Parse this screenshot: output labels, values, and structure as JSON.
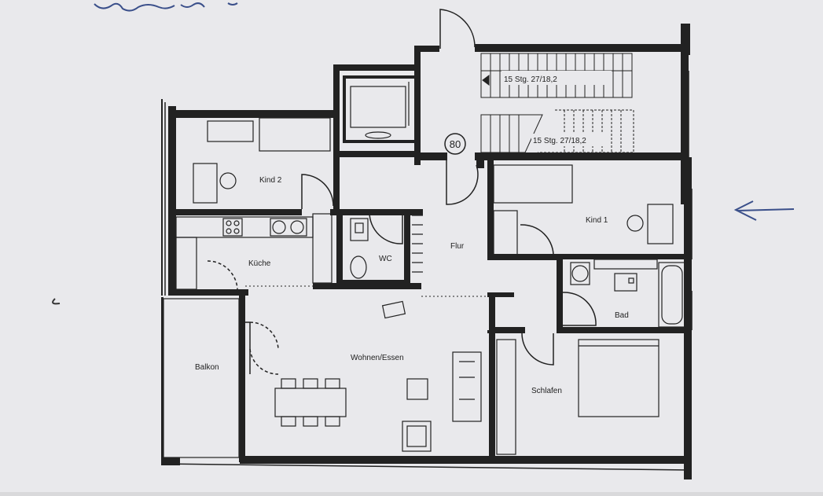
{
  "plan": {
    "rooms": {
      "kind2": "Kind 2",
      "kueche": "Küche",
      "wc": "WC",
      "flur": "Flur",
      "kind1": "Kind 1",
      "bad": "Bad",
      "balkon": "Balkon",
      "wohnen": "Wohnen/Essen",
      "schlafen": "Schlafen"
    },
    "stairs": {
      "upper": "15 Stg. 27/18,2",
      "lower": "15 Stg. 27/18,2"
    },
    "elevator_number": "80"
  },
  "colors": {
    "paper": "#ececee",
    "wall": "#222222",
    "ink": "#3a4f8a"
  }
}
